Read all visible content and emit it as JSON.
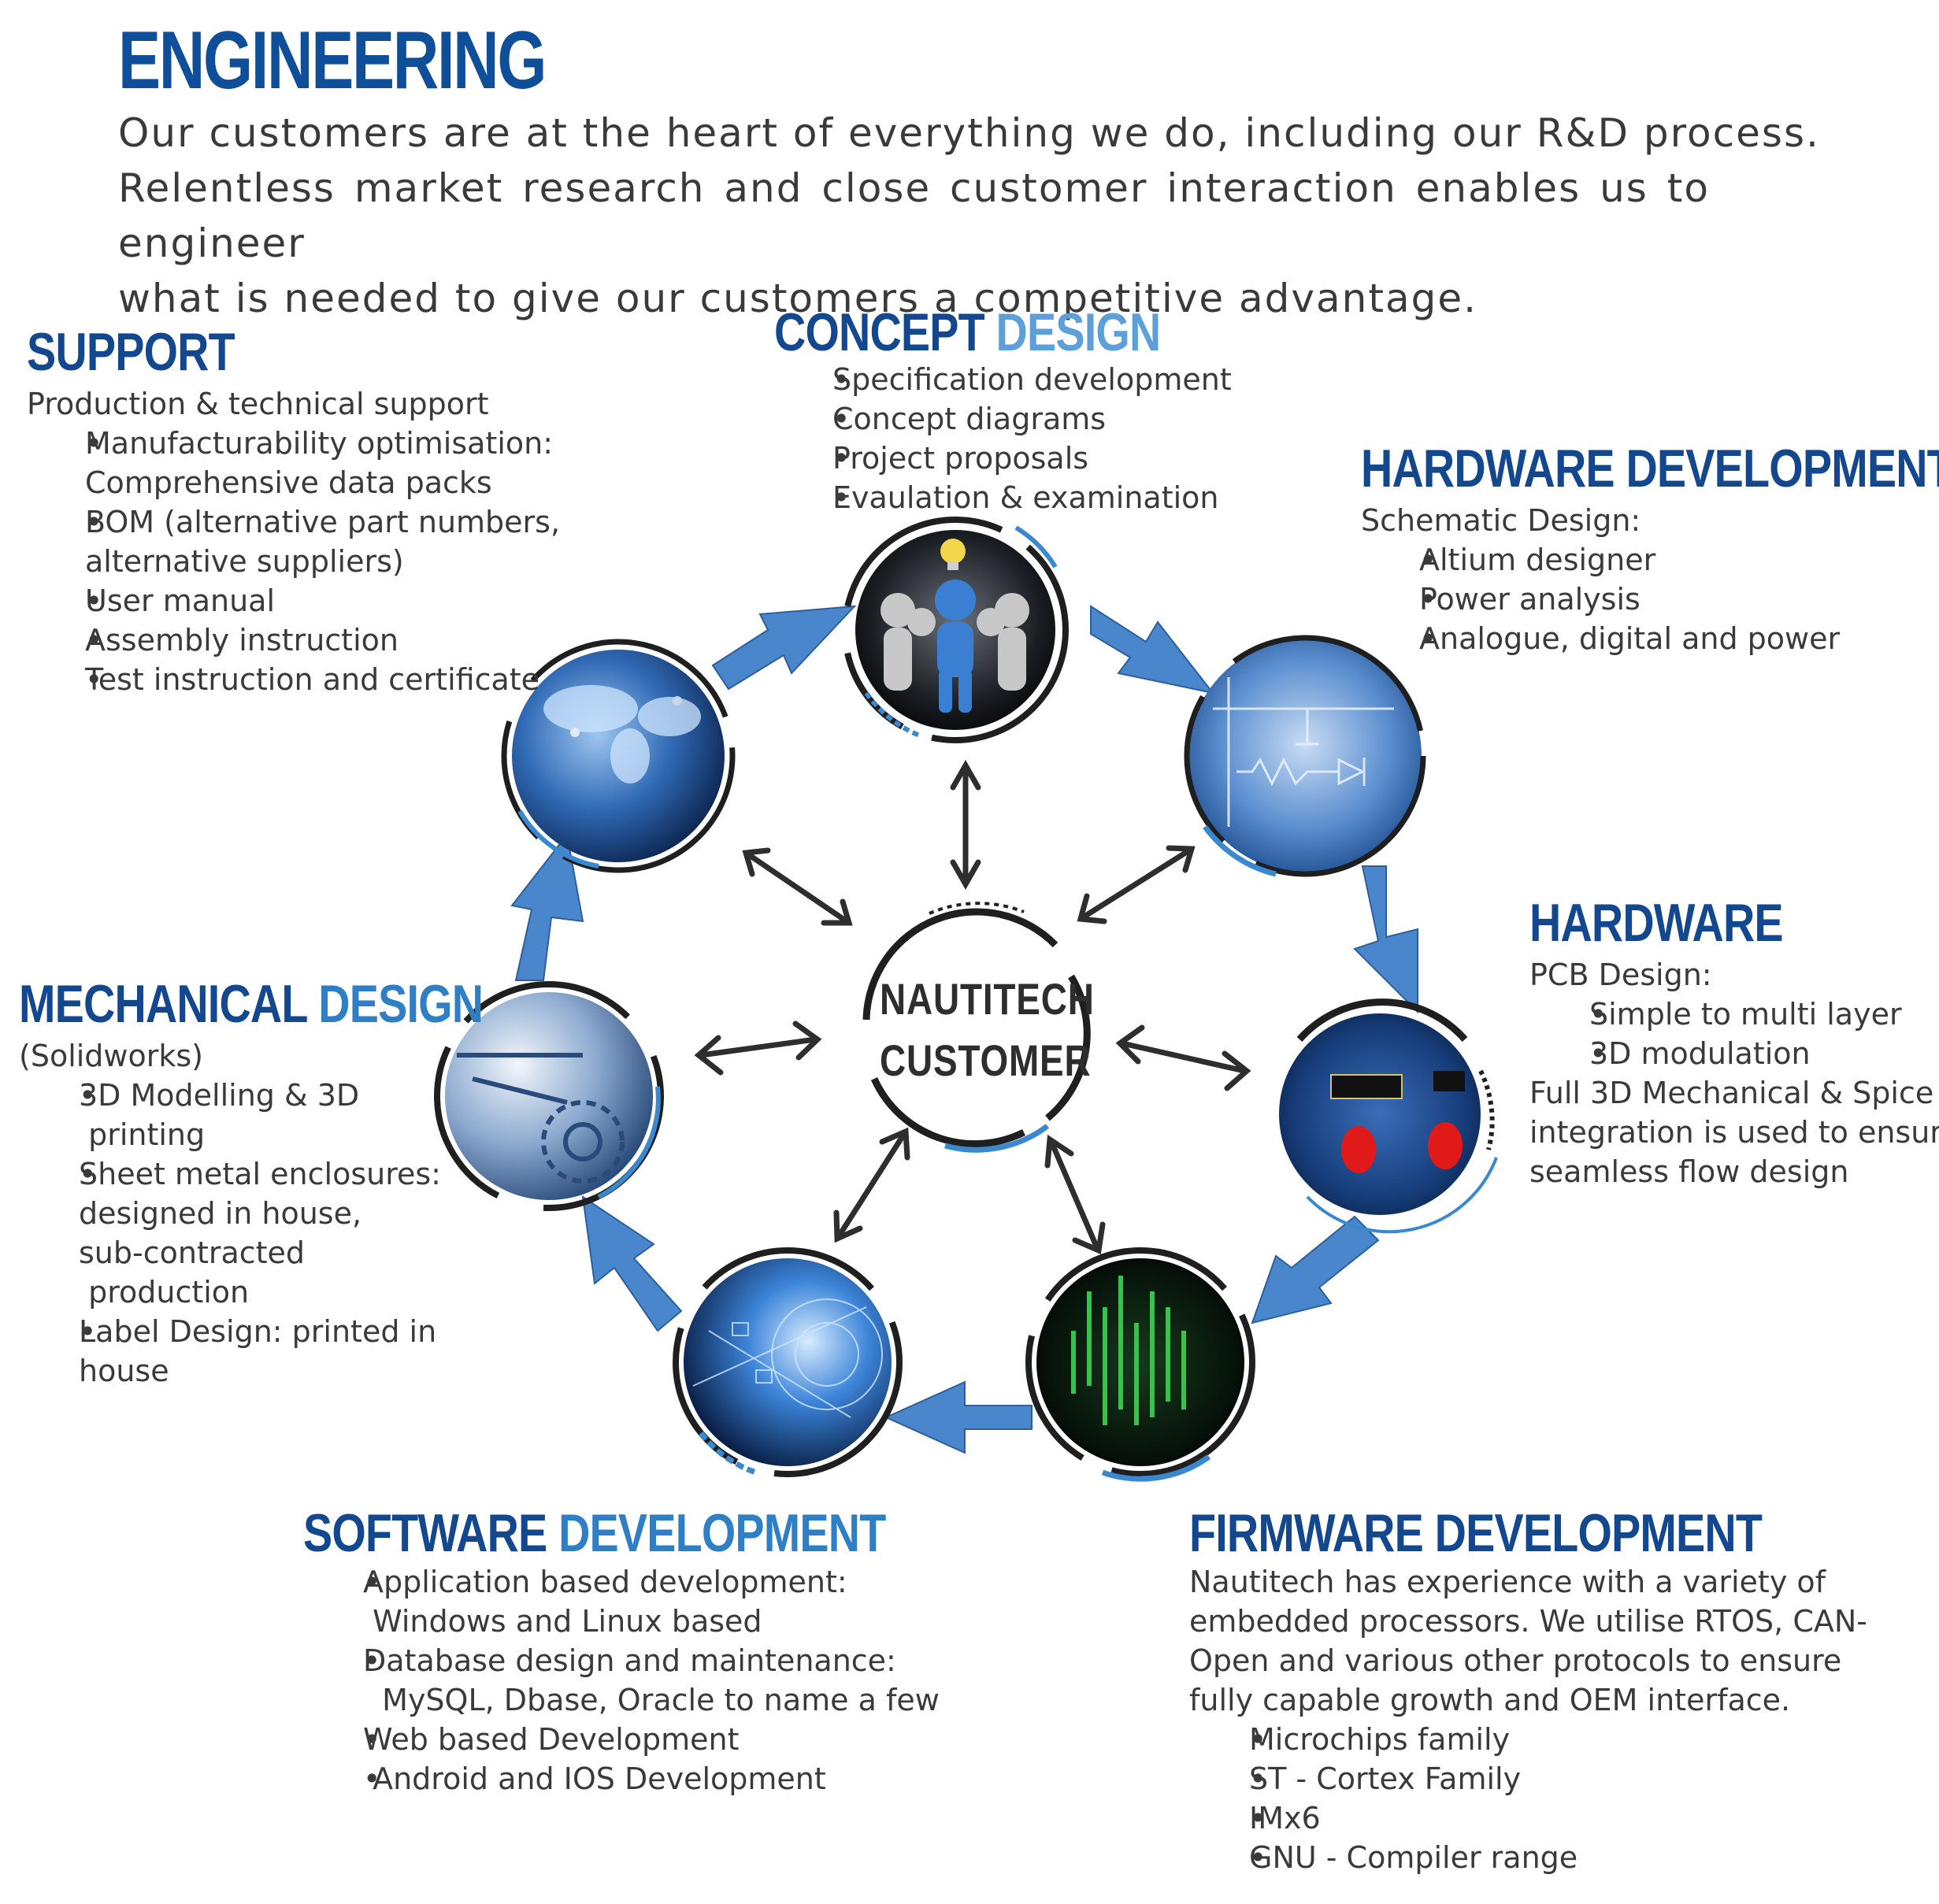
{
  "title": "ENGINEERING",
  "intro": [
    "Our customers are at the heart of everything we do, including our R&D process.",
    "Relentless market research and  close customer interaction enables us to engineer",
    "what is needed to give our customers a competitive advantage."
  ],
  "center": {
    "line1": "NAUTITECH",
    "line2": "CUSTOMER"
  },
  "colors": {
    "title_dark": "#13488f",
    "title_light": "#2f7fc7",
    "arrow_blue": "#4a86cc",
    "text": "#3a3a3a"
  },
  "icons": {
    "concept": "people-lightbulb-icon",
    "hardware_dev": "schematic-icon",
    "hardware": "pcb-icon",
    "firmware": "code-matrix-icon",
    "software": "digital-network-icon",
    "mechanical": "gears-icon",
    "support": "world-map-icon"
  },
  "support": {
    "title_a": "SUPPORT",
    "intro": "Production & technical support",
    "items": [
      [
        "Manufacturability optimisation:",
        "Comprehensive data packs"
      ],
      [
        "BOM (alternative part numbers,",
        "alternative suppliers)"
      ],
      [
        "User manual"
      ],
      [
        "Assembly instruction"
      ],
      [
        "Test instruction and certificate"
      ]
    ]
  },
  "concept": {
    "title_a": "CONCEPT ",
    "title_b": "DESIGN",
    "items": [
      [
        "Specification development"
      ],
      [
        "Concept diagrams"
      ],
      [
        "Project proposals"
      ],
      [
        "Evaulation & examination"
      ]
    ]
  },
  "hardware_dev": {
    "title_a": "HARDWARE DEVELOPMENT",
    "intro": "Schematic Design:",
    "items": [
      [
        "Altium designer"
      ],
      [
        "Power analysis"
      ],
      [
        "Analogue, digital and power"
      ]
    ]
  },
  "hardware": {
    "title_a": "HARDWARE",
    "intro": "PCB Design:",
    "items": [
      [
        "Simple to multi layer"
      ],
      [
        "3D modulation"
      ]
    ],
    "outro": [
      "Full 3D Mechanical & Spice",
      "integration is used to ensure",
      "seamless flow design"
    ]
  },
  "mechanical": {
    "title_a": "MECHANICAL ",
    "title_b": "DESIGN",
    "intro": "(Solidworks)",
    "items": [
      [
        "3D Modelling & 3D",
        " printing"
      ],
      [
        "Sheet metal enclosures:",
        "designed in house,",
        "sub-contracted",
        " production"
      ],
      [
        "Label Design: printed in",
        "house"
      ]
    ]
  },
  "software": {
    "title_a": "SOFTWARE ",
    "title_b": "DEVELOPMENT",
    "items": [
      [
        "Application based development:",
        " Windows and Linux based"
      ],
      [
        "Database design and maintenance:",
        "  MySQL, Dbase, Oracle to name a few"
      ],
      [
        "Web based Development"
      ],
      [
        " Android and IOS Development"
      ]
    ]
  },
  "firmware": {
    "title_a": "FIRMWARE DEVELOPMENT",
    "intro": [
      "Nautitech has experience with a variety of",
      "embedded processors. We utilise RTOS, CAN-",
      "Open and various other protocols to ensure",
      "fully capable growth and OEM interface."
    ],
    "items": [
      [
        "Microchips family"
      ],
      [
        "ST - Cortex Family"
      ],
      [
        "IMx6"
      ],
      [
        "GNU - Compiler range"
      ]
    ]
  }
}
